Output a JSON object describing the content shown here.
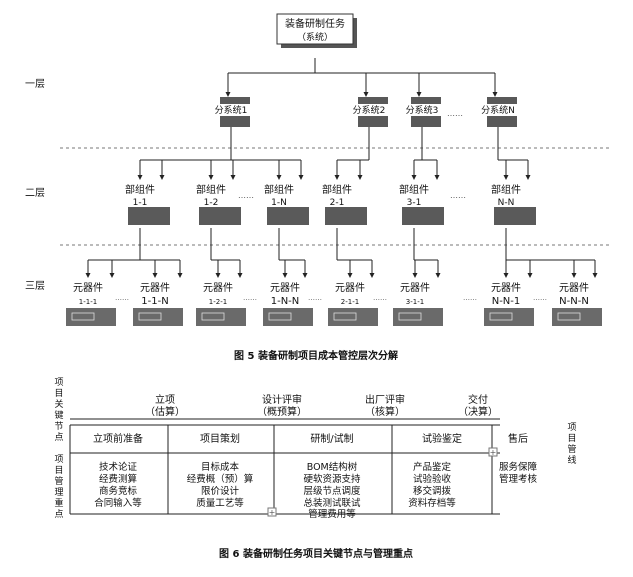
{
  "figure5": {
    "caption": "图 5   装备研制项目成本管控层次分解",
    "layers": [
      "一层",
      "二层",
      "三层"
    ],
    "root": {
      "line1": "装备研制任务",
      "line2": "（系统）"
    },
    "subsystems": [
      "分系统1",
      "分系统2",
      "分系统3",
      "分系统N"
    ],
    "components": [
      {
        "line1": "部组件",
        "line2": "1-1"
      },
      {
        "line1": "部组件",
        "line2": "1-2"
      },
      {
        "line1": "部组件",
        "line2": "1-N"
      },
      {
        "line1": "部组件",
        "line2": "2-1"
      },
      {
        "line1": "部组件",
        "line2": "3-1"
      },
      {
        "line1": "部组件",
        "line2": "N-N"
      }
    ],
    "parts": [
      {
        "line1": "元器件",
        "line2": "1-1-1"
      },
      {
        "line1": "元器件",
        "line2": "1-1-N"
      },
      {
        "line1": "元器件",
        "line2": "1-2-1"
      },
      {
        "line1": "元器件",
        "line2": "1-N-N"
      },
      {
        "line1": "元器件",
        "line2": "2-1-1"
      },
      {
        "line1": "元器件",
        "line2": "3-1-1"
      },
      {
        "line1": "元器件",
        "line2": "N-N-1"
      },
      {
        "line1": "元器件",
        "line2": "N-N-N"
      }
    ]
  },
  "figure6": {
    "caption": "图 6   装备研制任务项目关键节点与管理重点",
    "left_label_top": "项目关键节点",
    "left_label_bottom": "项目管理重点",
    "right_label": "项目管线",
    "milestones": [
      {
        "name": "立项",
        "sub": "（估算）"
      },
      {
        "name": "设计评审",
        "sub": "（概预算）"
      },
      {
        "name": "出厂评审",
        "sub": "（核算）"
      },
      {
        "name": "交付",
        "sub": "（决算）"
      }
    ],
    "phases": [
      "立项前准备",
      "项目策划",
      "研制/试制",
      "试验鉴定",
      "售后"
    ],
    "phase_items": [
      [
        "技术论证",
        "经费测算",
        "商务竞标",
        "合同输入等"
      ],
      [
        "目标成本",
        "经费概（预）算",
        "限价设计",
        "质量工艺等"
      ],
      [
        "BOM结构树",
        "硬软资源支持",
        "层级节点调度",
        "总装测试联试",
        "管理费用等"
      ],
      [
        "产品鉴定",
        "试验验收",
        "移交调拨",
        "资料存档等"
      ],
      [
        "服务保障",
        "管理考核"
      ]
    ]
  }
}
